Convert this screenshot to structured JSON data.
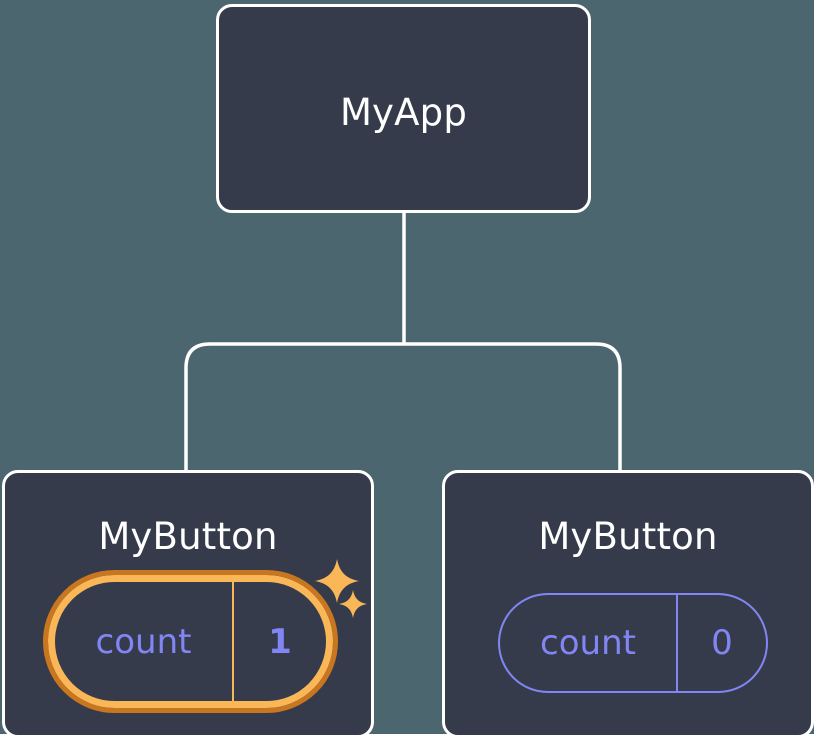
{
  "diagram": {
    "type": "component-tree",
    "background_color": "#4c6670",
    "node_fill_color": "#353b4a",
    "node_border_color": "#ffffff",
    "connector_color": "#ffffff",
    "accent_state_color": "#8286f5",
    "highlight_outer_color": "#c8761f",
    "highlight_inner_color": "#f9b758"
  },
  "root": {
    "label": "MyApp"
  },
  "children": [
    {
      "label": "MyButton",
      "state": {
        "key": "count",
        "value": "1"
      },
      "highlighted": true,
      "sparkles": [
        "sparkle-large-icon",
        "sparkle-small-icon"
      ]
    },
    {
      "label": "MyButton",
      "state": {
        "key": "count",
        "value": "0"
      },
      "highlighted": false
    }
  ]
}
